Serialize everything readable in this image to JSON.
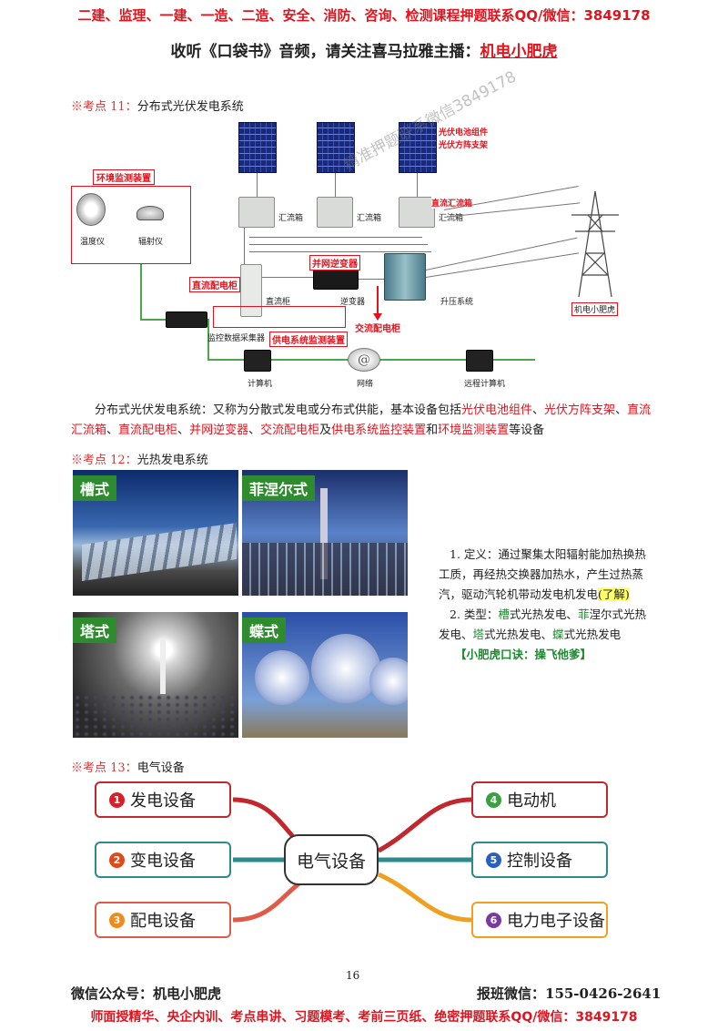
{
  "header": {
    "banner": "二建、监理、一建、一造、二造、安全、消防、咨询、检测课程押题联系QQ/微信：3849178",
    "subtitle_prefix": "收听《口袋书》音频，请关注喜马拉雅主播：",
    "subtitle_host": "机电小肥虎"
  },
  "kp11": {
    "mark": "※考点 11：",
    "title": "分布式光伏发电系统",
    "diagram": {
      "env_group": "环境监测装置",
      "thermometer": "温度仪",
      "radiometer": "辐射仪",
      "pv_components": "光伏电池组件",
      "pv_bracket": "光伏方阵支架",
      "combiner": "汇流箱",
      "dc_combiner": "直流汇流箱",
      "dc_cabinet_red": "直流配电柜",
      "dc_cabinet": "直流柜",
      "grid_inverter_red": "并网逆变器",
      "inverter": "逆变器",
      "ac_cabinet": "交流配电柜",
      "step_up": "升压系统",
      "tower": "机电小肥虎",
      "collector": "监控数据采集器",
      "monitor_red": "供电系统监测装置",
      "computer": "计算机",
      "network": "网络",
      "remote": "远程计算机",
      "watermark": "精准押题联系微信3849178"
    },
    "para": [
      {
        "t": "分布式光伏发电系统：又称为分散式发电或分布式供能，基本设备包括",
        "c": ""
      },
      {
        "t": "光伏电池组件",
        "c": "red"
      },
      {
        "t": "、",
        "c": ""
      },
      {
        "t": "光伏方阵支架",
        "c": "red"
      },
      {
        "t": "、",
        "c": ""
      },
      {
        "t": "直流汇流箱",
        "c": "red"
      },
      {
        "t": "、",
        "c": ""
      },
      {
        "t": "直流配电柜",
        "c": "red"
      },
      {
        "t": "、",
        "c": ""
      },
      {
        "t": "并网逆变器",
        "c": "red"
      },
      {
        "t": "、",
        "c": ""
      },
      {
        "t": "交流配电柜",
        "c": "red"
      },
      {
        "t": "及",
        "c": ""
      },
      {
        "t": "供电系统监控装置",
        "c": "red"
      },
      {
        "t": "和",
        "c": ""
      },
      {
        "t": "环境监测装置",
        "c": "red"
      },
      {
        "t": "等设备",
        "c": ""
      }
    ]
  },
  "kp12": {
    "mark": "※考点 12：",
    "title": "光热发电系统",
    "photos": [
      "槽式",
      "菲涅尔式",
      "塔式",
      "蝶式"
    ],
    "def1": "1. 定义：通过聚集太阳辐射能加热换热工质，再经热交换器加热水，产生过热蒸汽，驱动汽轮机带动发电机发电",
    "def1_hl": "(了解)",
    "type_prefix": "2. 类型：",
    "types": [
      {
        "k": "槽",
        "r": "式光热发电、"
      },
      {
        "k": "菲",
        "r": "涅尔式光热发电、"
      },
      {
        "k": "塔",
        "r": "式光热发电、"
      },
      {
        "k": "蝶",
        "r": "式光热发电"
      }
    ],
    "mnemonic": "【小肥虎口诀：操飞他爹】"
  },
  "kp13": {
    "mark": "※考点 13：",
    "title": "电气设备",
    "center": "电气设备",
    "nodes": [
      {
        "num": "1",
        "label": "发电设备",
        "color": "#c0282e",
        "numbg": "#d8202a"
      },
      {
        "num": "2",
        "label": "变电设备",
        "color": "#2c8a8a",
        "numbg": "#e04a1a"
      },
      {
        "num": "3",
        "label": "配电设备",
        "color": "#e05a48",
        "numbg": "#f08a1a"
      },
      {
        "num": "4",
        "label": "电动机",
        "color": "#c0282e",
        "numbg": "#3aa040"
      },
      {
        "num": "5",
        "label": "控制设备",
        "color": "#2c8a8a",
        "numbg": "#2a5fc0"
      },
      {
        "num": "6",
        "label": "电力电子设备",
        "color": "#f0a020",
        "numbg": "#7a3aa0"
      }
    ]
  },
  "footer": {
    "page": "16",
    "left": "微信公众号：机电小肥虎",
    "right": "报班微信：155-0426-2641",
    "banner": "师面授精华、央企内训、考点串讲、习题模考、考前三页纸、绝密押题联系QQ/微信：3849178"
  }
}
